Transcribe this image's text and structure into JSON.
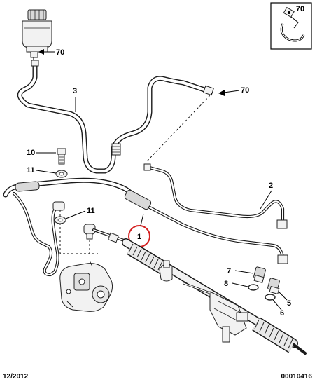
{
  "callouts": {
    "c70_reservoir": "70",
    "c70_hose": "70",
    "c70_box": "70",
    "c3": "3",
    "c10": "10",
    "c11_top": "11",
    "c11_mid": "11",
    "c2": "2",
    "c1": "1",
    "c7": "7",
    "c8": "8",
    "c5": "5",
    "c6": "6"
  },
  "footer": {
    "date": "12/2012",
    "reference": "00010416"
  },
  "colors": {
    "highlight_circle": "#d42020",
    "line": "#1a1a1a"
  }
}
